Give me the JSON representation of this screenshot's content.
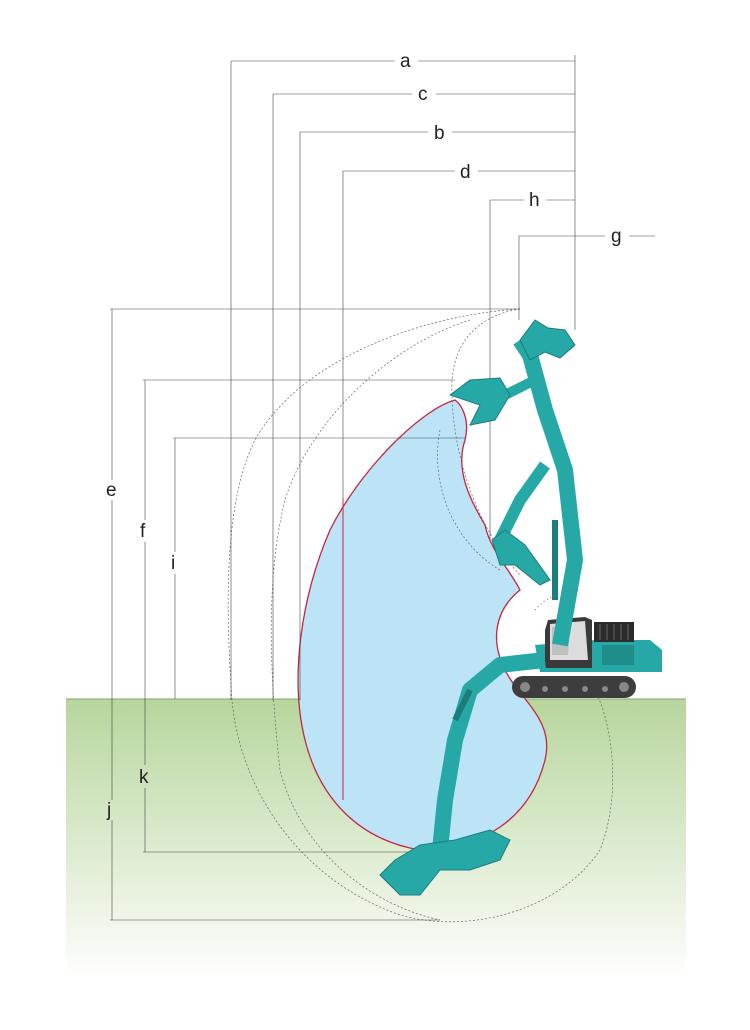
{
  "labels": {
    "a": "a",
    "b": "b",
    "c": "c",
    "d": "d",
    "e": "e",
    "f": "f",
    "g": "g",
    "h": "h",
    "i": "i",
    "j": "j",
    "k": "k"
  },
  "colors": {
    "ground_top": "#b7d59c",
    "ground_bottom": "#ffffff",
    "work_area": "#bde3f7",
    "work_area_outline": "#c2273f",
    "machine": "#26a9a6",
    "machine_dark": "#1c7d7b",
    "cab": "#3a3a3a",
    "tracks": "#3d3d3d"
  },
  "icons": [
    "demolition-excavator-icon",
    "crusher-attachment-icon"
  ]
}
